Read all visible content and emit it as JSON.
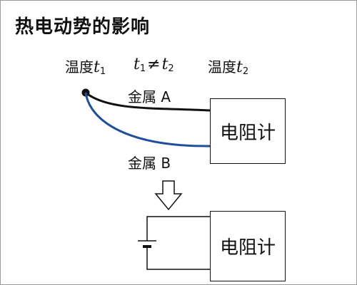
{
  "title": "热电动势的影响",
  "labels": {
    "temp_left_word": "温度",
    "temp_left_var": "t",
    "temp_left_sub": "1",
    "neq_left_var": "t",
    "neq_left_sub": "1",
    "neq_symbol": "≠",
    "neq_right_var": "t",
    "neq_right_sub": "2",
    "temp_right_word": "温度",
    "temp_right_var": "t",
    "temp_right_sub": "2",
    "metal_a": "金属 A",
    "metal_b": "金属 B"
  },
  "boxes": {
    "top_meter": "电阻计",
    "bottom_meter": "电阻计"
  },
  "colors": {
    "wire_a": "#111111",
    "wire_b": "#1f4e9c",
    "stroke": "#111111"
  }
}
